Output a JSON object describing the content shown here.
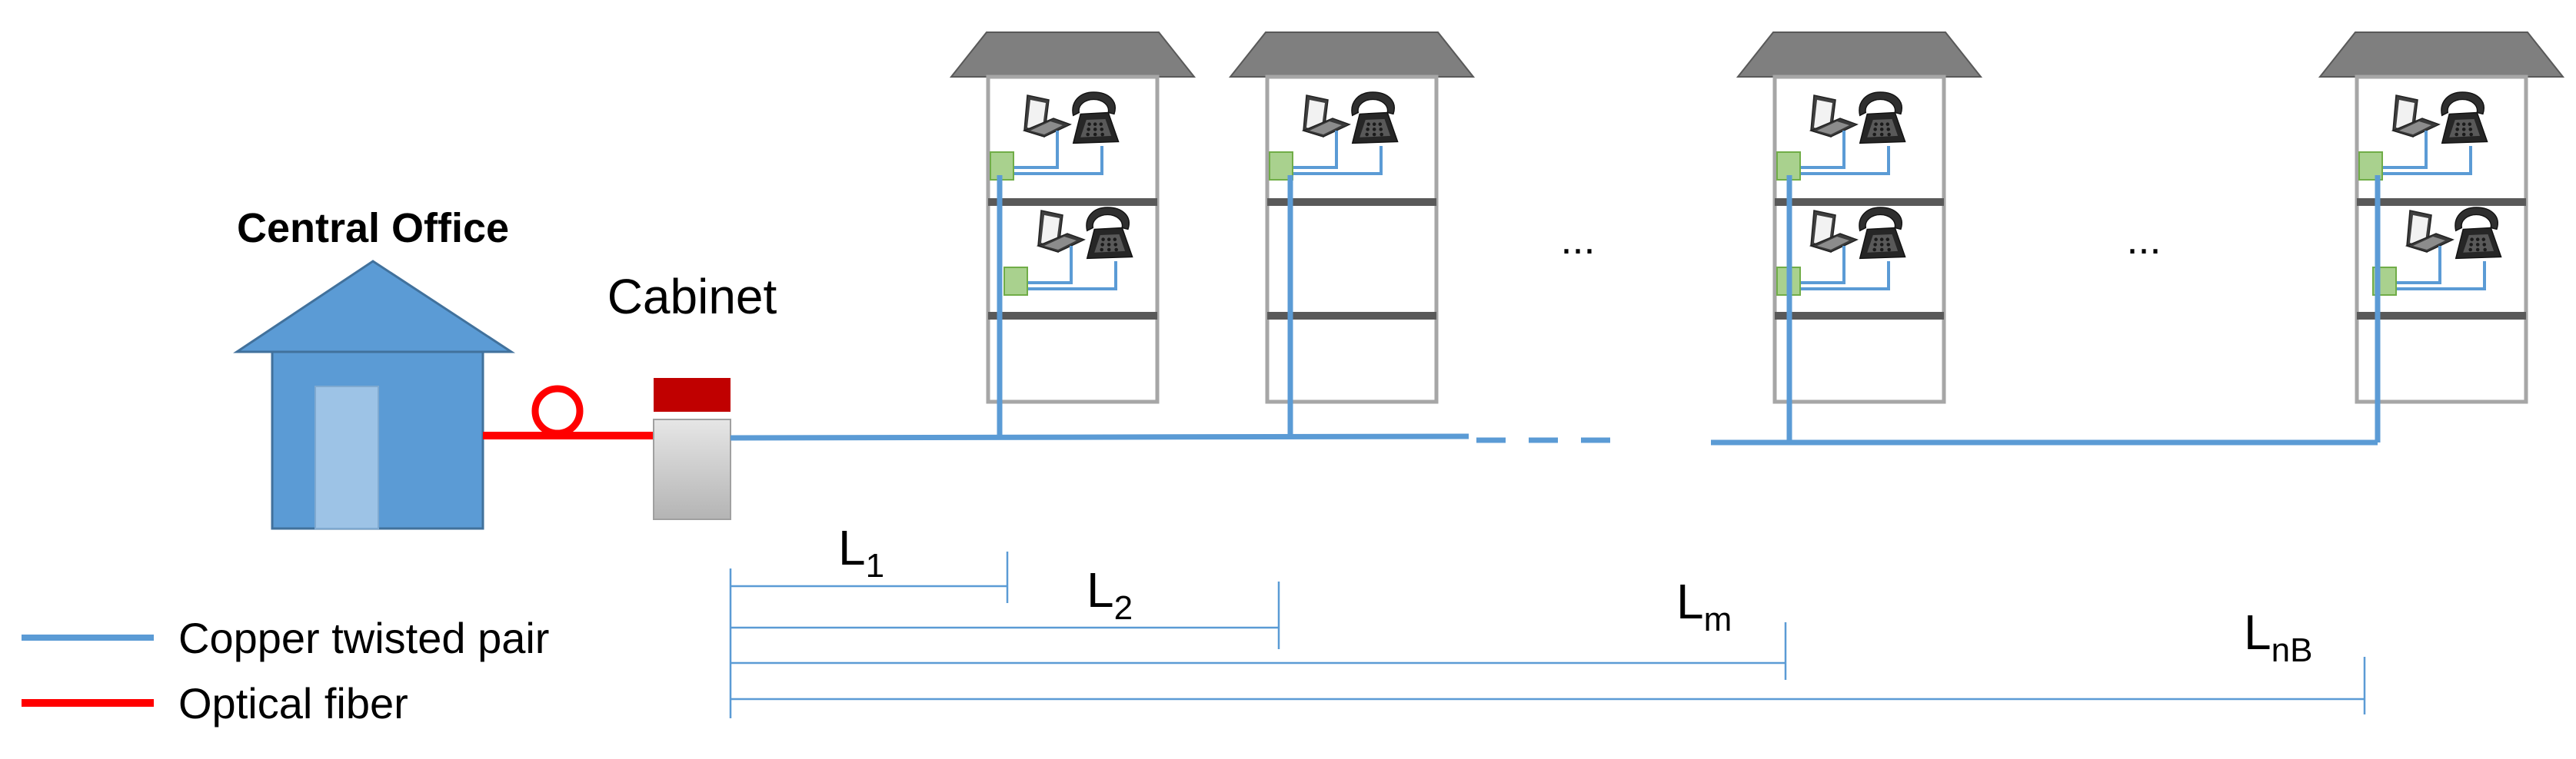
{
  "labels": {
    "central_office": "Central Office",
    "cabinet": "Cabinet",
    "ellipsis": "..."
  },
  "distances": [
    {
      "base": "L",
      "sub": "1"
    },
    {
      "base": "L",
      "sub": "2"
    },
    {
      "base": "L",
      "sub": "m"
    },
    {
      "base": "L",
      "sub": "nB"
    }
  ],
  "legend": [
    {
      "label": "Copper twisted pair",
      "color": "#5b9bd5"
    },
    {
      "label": "Optical fiber",
      "color": "#ff0000"
    }
  ],
  "colors": {
    "copper": "#5b9bd5",
    "fiber": "#ff0000",
    "house": "#5b9bd5",
    "building_outline": "#a6a6a6",
    "roof": "#7f7f7f",
    "modem": "#a9d18e",
    "cabinet_top": "#c00000",
    "cabinet_body": "#c8c8c8"
  },
  "buildings": [
    {
      "floors_with_devices": 2
    },
    {
      "floors_with_devices": 1
    },
    {
      "floors_with_devices": 2
    },
    {
      "floors_with_devices": 2
    }
  ],
  "icons": [
    "laptop-icon",
    "telephone-icon",
    "modem-icon"
  ]
}
